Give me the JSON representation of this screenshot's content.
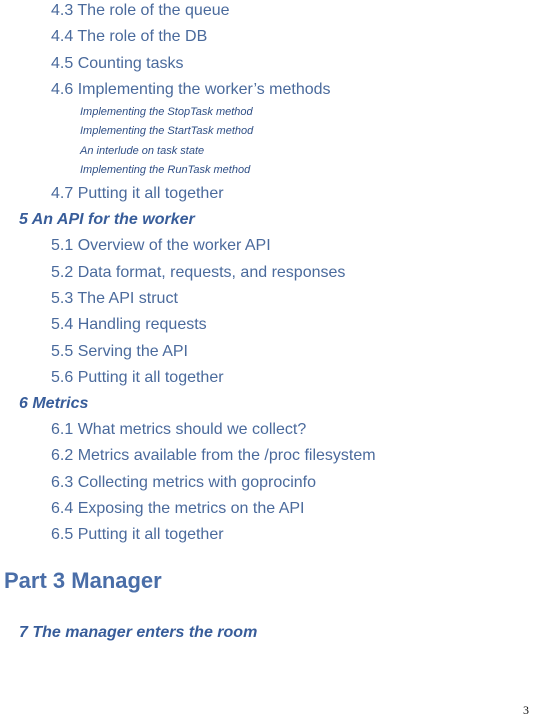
{
  "toc": [
    {
      "level": "l2",
      "text": "4.3 The role of the queue"
    },
    {
      "level": "l2",
      "text": "4.4 The role of the DB"
    },
    {
      "level": "l2",
      "text": "4.5 Counting tasks"
    },
    {
      "level": "l2",
      "text": "4.6 Implementing the worker’s methods"
    },
    {
      "level": "l3",
      "text": "Implementing the StopTask method"
    },
    {
      "level": "l3",
      "text": "Implementing the StartTask method"
    },
    {
      "level": "l3",
      "text": "An interlude on task state"
    },
    {
      "level": "l3",
      "text": "Implementing the RunTask method"
    },
    {
      "level": "l2",
      "text": "4.7 Putting it all together"
    },
    {
      "level": "l1",
      "text": "5 An API for the worker"
    },
    {
      "level": "l2",
      "text": "5.1 Overview of the worker API"
    },
    {
      "level": "l2",
      "text": "5.2 Data format, requests, and responses"
    },
    {
      "level": "l2",
      "text": "5.3 The API struct"
    },
    {
      "level": "l2",
      "text": "5.4 Handling requests"
    },
    {
      "level": "l2",
      "text": "5.5 Serving the API"
    },
    {
      "level": "l2",
      "text": "5.6 Putting it all together"
    },
    {
      "level": "l1",
      "text": "6 Metrics"
    },
    {
      "level": "l2",
      "text": "6.1 What metrics should we collect?"
    },
    {
      "level": "l2",
      "text": "6.2 Metrics available from the /proc filesystem"
    },
    {
      "level": "l2",
      "text": "6.3 Collecting metrics with goprocinfo"
    },
    {
      "level": "l2",
      "text": "6.4 Exposing the metrics on the API"
    },
    {
      "level": "l2",
      "text": "6.5 Putting it all together"
    },
    {
      "level": "part",
      "text": "Part 3 Manager"
    },
    {
      "level": "l1",
      "text": "7 The manager enters the room"
    }
  ],
  "page_number": "3"
}
